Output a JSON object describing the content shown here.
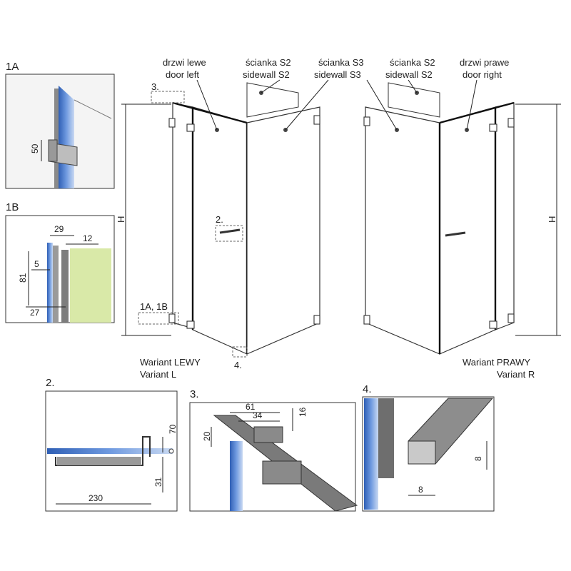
{
  "labels": {
    "fig1a": "1A",
    "fig1b": "1B",
    "fig2": "2.",
    "fig3": "3.",
    "fig4": "4.",
    "door_left_pl": "drzwi lewe",
    "door_left_en": "door left",
    "sidewall_s2_pl_a": "ścianka S2",
    "sidewall_s2_en_a": "sidewall S2",
    "sidewall_s3_pl": "ścianka S3",
    "sidewall_s3_en": "sidewall S3",
    "sidewall_s2_pl_b": "ścianka S2",
    "sidewall_s2_en_b": "sidewall S2",
    "door_right_pl": "drzwi prawe",
    "door_right_en": "door right",
    "callout_3": "3.",
    "callout_2": "2.",
    "callout_1a1b": "1A, 1B",
    "callout_4": "4.",
    "height_left": "H",
    "height_right": "H",
    "variant_left_pl": "Wariant LEWY",
    "variant_left_en": "Variant L",
    "variant_right_pl": "Wariant PRAWY",
    "variant_right_en": "Variant R"
  },
  "dimensions": {
    "d1a_50": "50",
    "d1b_29": "29",
    "d1b_12": "12",
    "d1b_81": "81",
    "d1b_5": "5",
    "d1b_27": "27",
    "d2_70": "70",
    "d2_31": "31",
    "d2_230": "230",
    "d3_61": "61",
    "d3_34": "34",
    "d3_16": "16",
    "d3_20": "20",
    "d4_8v": "8",
    "d4_8h": "8"
  },
  "colors": {
    "glass_blue": "#3f6fc0",
    "profile_grey": "#8a8a8a",
    "wall_green": "#d9e9a8",
    "panel_bg": "#f6f6f6"
  }
}
